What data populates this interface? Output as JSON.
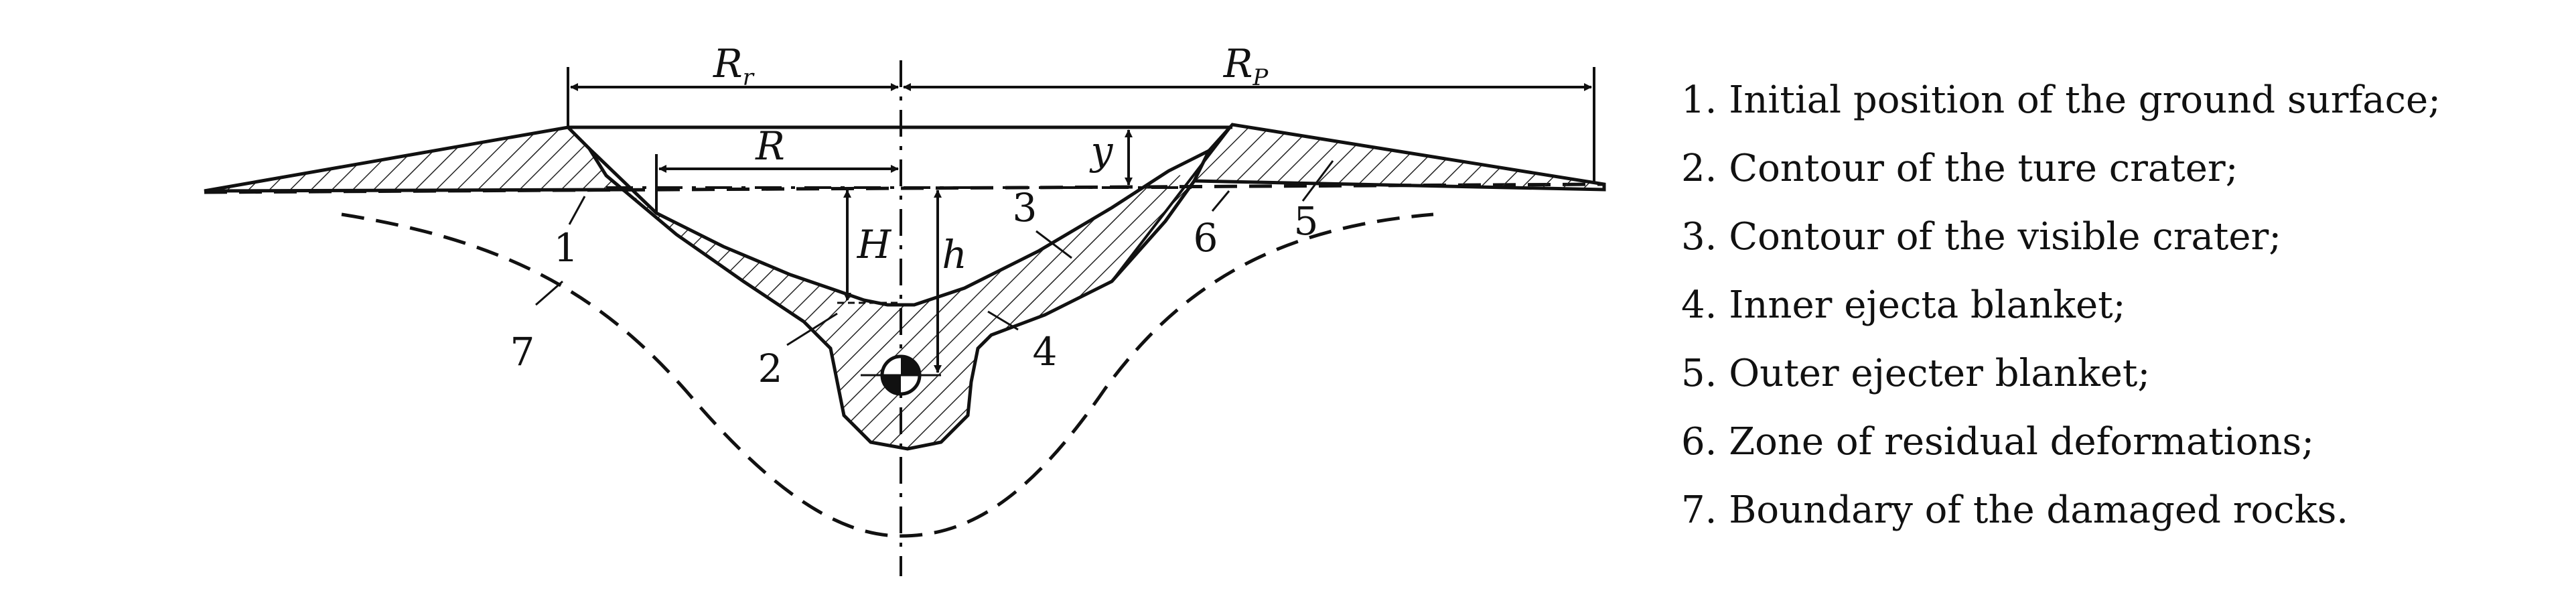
{
  "labels": {
    "r_r_main": "R",
    "r_r_sub": "r",
    "r_p_main": "R",
    "r_p_sub": "P",
    "r": "R",
    "y": "y",
    "big_h": "H",
    "small_h": "h",
    "n1": "1",
    "n2": "2",
    "n3": "3",
    "n4": "4",
    "n5": "5",
    "n6": "6",
    "n7": "7"
  },
  "legend": [
    "1. Initial position of the ground surface;",
    "2. Contour of the ture crater;",
    "3. Contour of the visible crater;",
    "4. Inner ejecta blanket;",
    "5. Outer ejecter blanket;",
    "6. Zone of residual deformations;",
    "7. Boundary of the damaged rocks."
  ]
}
